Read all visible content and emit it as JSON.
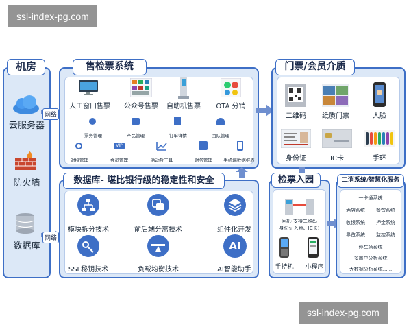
{
  "watermark": "ssl-index-pg.com",
  "machine_room": {
    "title": "机房",
    "items": [
      "云服务器",
      "防火墙",
      "数据库"
    ],
    "tag_top": "网络",
    "tag_bottom": "网络"
  },
  "ticketing": {
    "title": "售检票系统",
    "top_items": [
      "人工窗口售票",
      "公众号售票",
      "自助机售票",
      "OTA 分销"
    ],
    "row2": [
      "票务管理",
      "产品管理",
      "订单详情",
      "团队管理"
    ],
    "row3": [
      "对接管理",
      "会员管理",
      "活动及工具",
      "财务管理",
      "手机端数据报表"
    ]
  },
  "database": {
    "title": "数据库- 堪比银行级的稳定性和安全",
    "items": [
      "模块拆分技术",
      "前后端分离技术",
      "组件化开发",
      "SSL秘钥技术",
      "负载均衡技术",
      "AI智能助手"
    ],
    "ai_text": "AI"
  },
  "tickets_members": {
    "title": "门票/会员介质",
    "items": [
      "二维码",
      "纸质门票",
      "人脸",
      "身份证",
      "IC卡",
      "手环"
    ]
  },
  "check_in": {
    "title": "检票入园",
    "gate_label": "闸机(支持二维码\n身份证入脸、IC卡)",
    "items": [
      "手持机",
      "小程序"
    ]
  },
  "secondary": {
    "title": "二消系统/智慧化服务",
    "single": "一卡通系统",
    "pairs": [
      [
        "酒店系统",
        "餐饮系统"
      ],
      [
        "收银系统",
        "押金系统"
      ],
      [
        "导览系统",
        "监控系统"
      ]
    ],
    "tail": [
      "停车场系统",
      "多商户分析系统",
      "大数据分析系统......"
    ]
  },
  "colors": {
    "accent": "#3e6fc6",
    "panel": "#dce8f7",
    "arrow": "#6f8fcf"
  }
}
